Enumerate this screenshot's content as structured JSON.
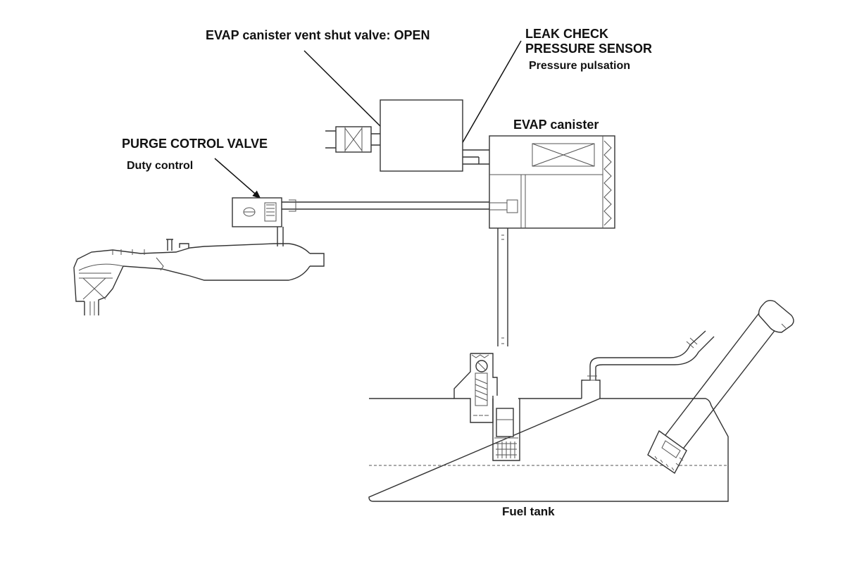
{
  "labels": {
    "vent_valve": "EVAP canister vent shut valve: OPEN",
    "leak_sensor_line1": "LEAK CHECK",
    "leak_sensor_line2": "PRESSURE SENSOR",
    "pressure_pulsation": "Pressure pulsation",
    "evap_canister": "EVAP canister",
    "purge_valve": "PURGE COTROL VALVE",
    "duty_control": "Duty control",
    "fuel_tank": "Fuel tank"
  },
  "colors": {
    "line": "#333333",
    "text": "#111111",
    "background": "#ffffff"
  }
}
